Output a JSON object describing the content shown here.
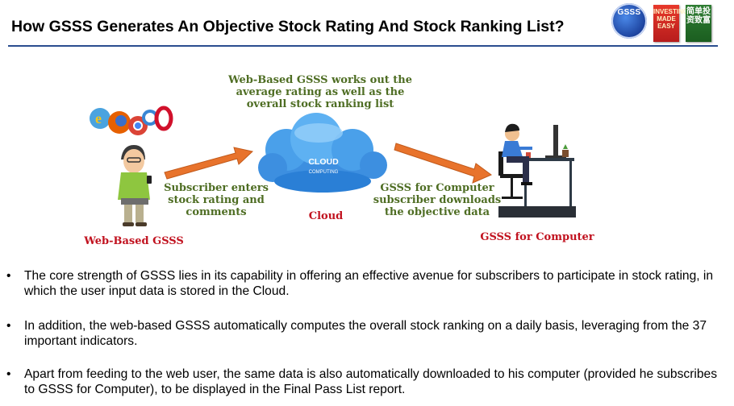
{
  "header": {
    "title": "How GSSS Generates An Objective Stock Rating And Stock Ranking List?",
    "logo_badge_text": "GSSS",
    "book1_text": "INVESTING MADE EASY",
    "book2_text": "简单投资致富"
  },
  "diagram": {
    "cloud_note": "Web-Based GSSS works out the average rating as well as the overall stock ranking list",
    "cloud_word": "CLOUD",
    "cloud_subword": "COMPUTING",
    "left_arrow_text": "Subscriber enters stock rating and comments",
    "right_arrow_text": "GSSS for Computer subscriber downloads the objective data",
    "label_web": "Web-Based GSSS",
    "label_cloud": "Cloud",
    "label_computer": "GSSS for Computer"
  },
  "bullets": [
    "The core strength of GSSS lies in its capability in offering an effective avenue for subscribers to participate in stock rating, in which the user input data is stored in the Cloud.",
    "In addition, the web-based GSSS automatically computes the overall stock ranking on a daily basis, leveraging from the 37 important indicators.",
    "Apart from feeding to the web user, the same data is also automatically downloaded to his computer (provided he subscribes to GSSS for Computer), to be displayed in the Final Pass List report."
  ],
  "colors": {
    "title_rule": "#2a4d8f",
    "diagram_green": "#4e6d23",
    "diagram_red": "#c1121f",
    "arrow_orange": "#e8732c",
    "cloud_blue": "#2a7fd6"
  }
}
